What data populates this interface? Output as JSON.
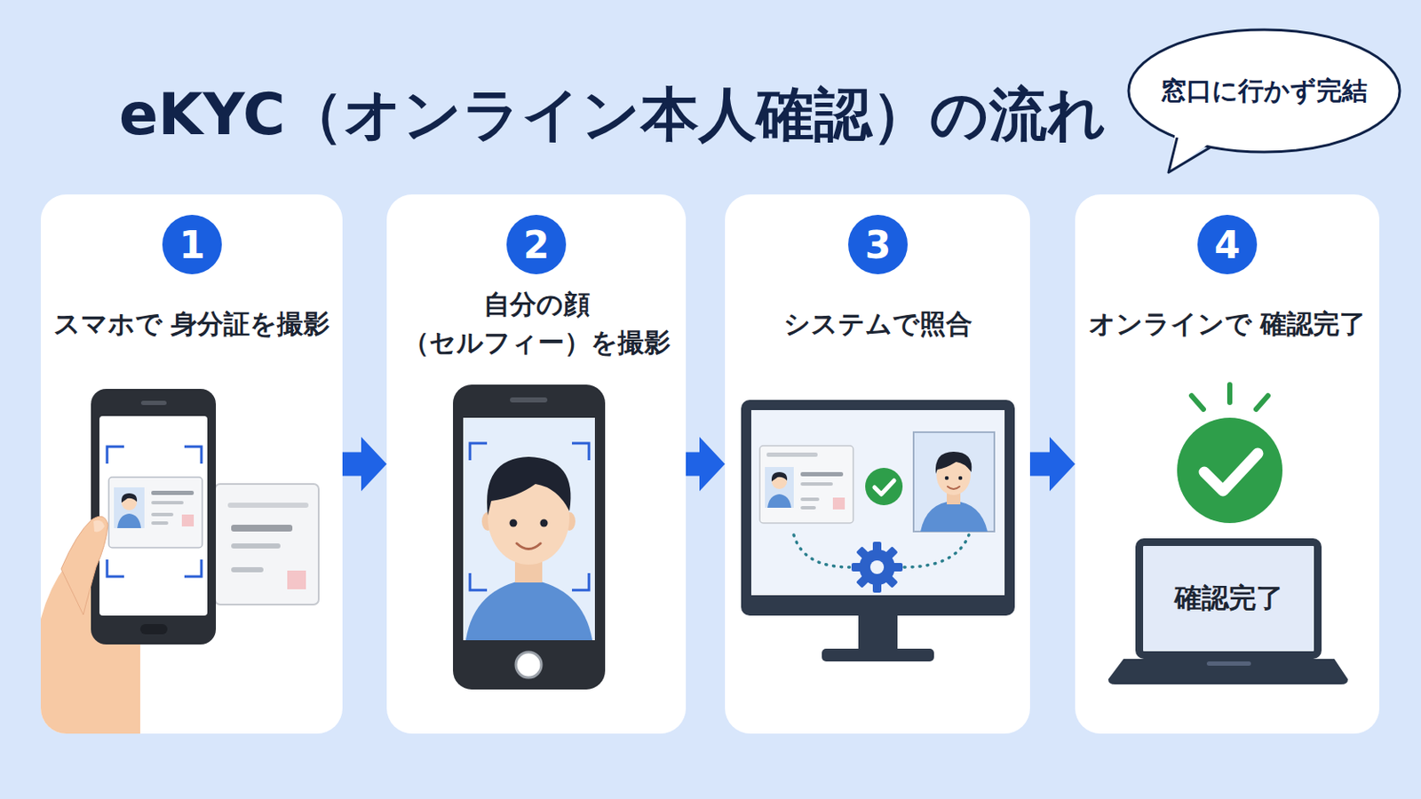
{
  "diagram": {
    "title": "eKYC（オンライン本人確認）の流れ",
    "nodes": [
      {
        "text": [
          "窓口に行かず完結"
        ]
      },
      {
        "text": [
          "スマホで 身分証を撮影"
        ]
      },
      {
        "text": [
          "1"
        ],
        "in": 1
      },
      {
        "text": [
          "自分の顔 （セルフィー）を撮影"
        ]
      },
      {
        "text": [
          "2"
        ],
        "in": 3
      },
      {
        "text": [
          "システムで照合"
        ]
      },
      {
        "text": [
          "3"
        ],
        "in": 5
      },
      {
        "text": [
          "オンラインで 確認完了"
        ]
      },
      {
        "text": [
          "4"
        ],
        "in": 7
      },
      {
        "text": [
          "確認完了"
        ],
        "in": 7
      }
    ],
    "edges": [
      {
        "from": 1,
        "to": 3,
        "arrow": "to"
      },
      {
        "from": 3,
        "to": 5,
        "arrow": "to"
      },
      {
        "from": 5,
        "to": 7,
        "arrow": "to"
      }
    ]
  }
}
